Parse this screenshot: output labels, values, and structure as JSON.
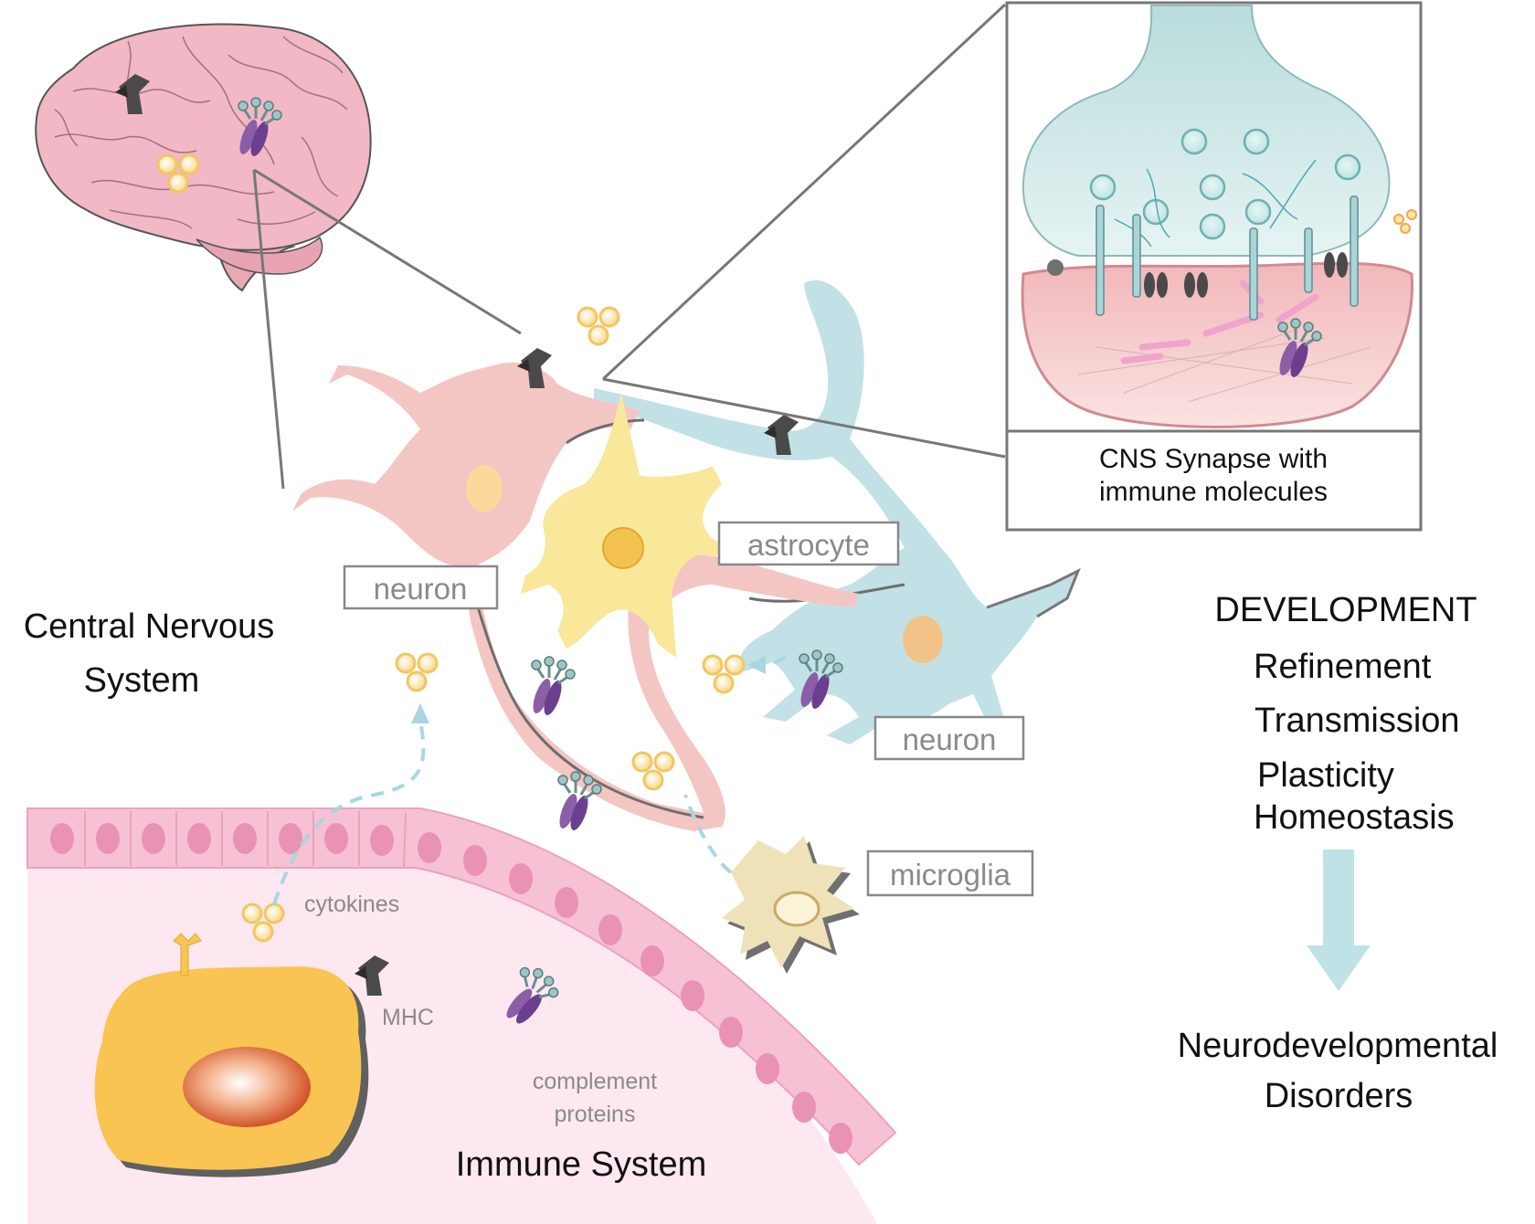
{
  "labels": {
    "cns": [
      "Central Nervous",
      "System"
    ],
    "immune_system": "Immune System",
    "neuron_1": "neuron",
    "neuron_2": "neuron",
    "astrocyte": "astrocyte",
    "microglia": "microglia",
    "cytokines": "cytokines",
    "mhc": "MHC",
    "complement": [
      "complement",
      "proteins"
    ],
    "synapse_caption": [
      "CNS Synapse with",
      "immune molecules"
    ]
  },
  "development": {
    "heading": "DEVELOPMENT",
    "items": [
      "Refinement",
      "Transmission",
      "Plasticity",
      "Homeostasis"
    ],
    "outcome": [
      "Neurodevelopmental",
      "Disorders"
    ]
  },
  "colors": {
    "neuron_pink": "#f4c6c3",
    "neuron_blue": "#c2e1e6",
    "astrocyte_yellow": "#f9e79a",
    "microglia": "#f0e2b8",
    "immune_cell": "#f9c452",
    "immune_bg": "#fde8f1",
    "epithelium": "#f8c3d6",
    "arrow": "#bfe2e6",
    "mhc_dark": "#4a4a4a",
    "complement_purple": "#8a5fa8",
    "cytokine": "#fde7a6"
  }
}
